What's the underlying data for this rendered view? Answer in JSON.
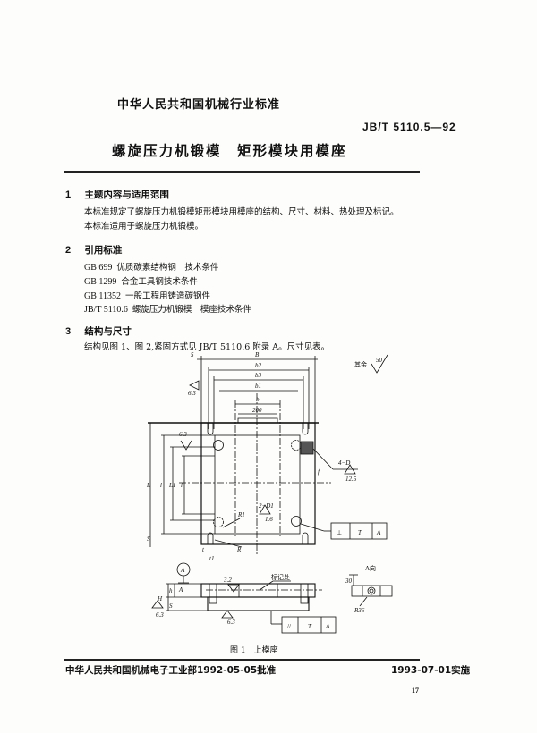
{
  "header": {
    "org": "中华人民共和国机械行业标准",
    "code": "JB/T 5110.5—92",
    "title": "螺旋压力机锻模　矩形模块用模座"
  },
  "sections": [
    {
      "num": "1",
      "heading": "主题内容与适用范围",
      "paragraphs": [
        "本标准规定了螺旋压力机锻模矩形模块用模座的结构、尺寸、材料、热处理及标记。",
        "本标准适用于螺旋压力机锻模。"
      ]
    },
    {
      "num": "2",
      "heading": "引用标准",
      "references": [
        {
          "code": "GB 699",
          "title": "优质碳素结构钢　技术条件"
        },
        {
          "code": "GB 1299",
          "title": "合金工具钢技术条件"
        },
        {
          "code": "GB 11352",
          "title": "一般工程用铸造碳钢件"
        },
        {
          "code": "JB/T 5110.6",
          "title": "螺旋压力机锻模　模座技术条件"
        }
      ]
    },
    {
      "num": "3",
      "heading": "结构与尺寸",
      "paragraphs": [
        "结构见图 1、图 2,紧固方式见 JB/T 5110.6 附录 A。尺寸见表。"
      ]
    }
  ],
  "figure": {
    "caption": "图 1　上模座",
    "labels": {
      "B": "B",
      "b2a": "b2",
      "b3": "b3",
      "b1": "b1",
      "b": "b",
      "w200": "200",
      "rest": "其余",
      "rest_val": "50",
      "ra63a": "6.3",
      "ra63b": "6.3",
      "ra63c": "6.3",
      "ra63d": "6.3",
      "ra32": "3.2",
      "ra125": "12.5",
      "ra16": "1.6",
      "holes4": "4−D",
      "holes2": "2−D1",
      "L": "L",
      "l": "l",
      "L1": "L1",
      "l2": "l",
      "R1": "R1",
      "R": "R",
      "S": "S",
      "S2": "S",
      "t": "t",
      "t1": "t1",
      "f": "f",
      "s5": "5",
      "H": "H",
      "h": "h",
      "A": "A",
      "Aa": "A",
      "mark": "标记处",
      "view": "A向",
      "r36": "R36",
      "d30": "30",
      "perp": "⊥",
      "par": "//",
      "T1": "T",
      "T2": "T",
      "A1": "A",
      "A2": "A"
    }
  },
  "footer": {
    "approval": "中华人民共和国机械电子工业部1992-05-05批准",
    "effective": "1993-07-01实施",
    "page": "17"
  }
}
